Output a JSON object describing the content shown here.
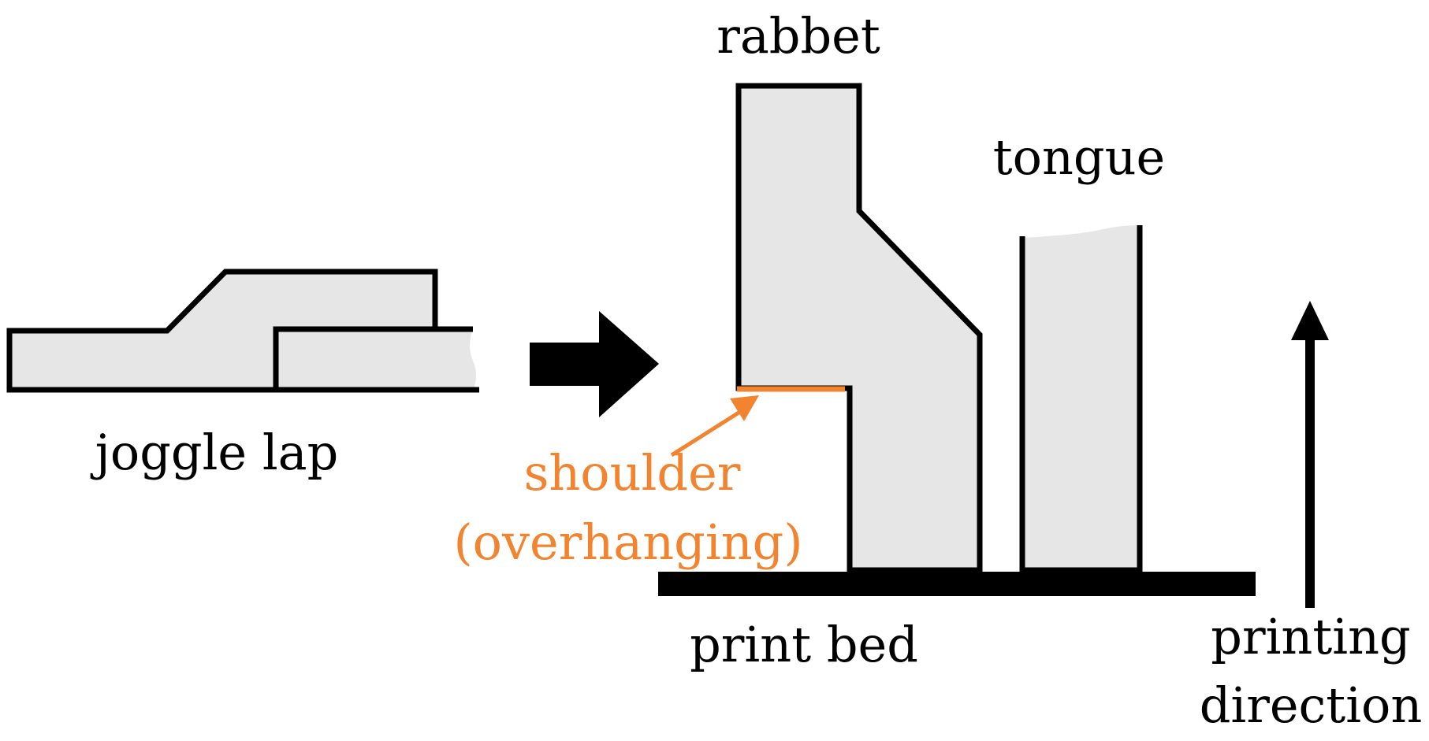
{
  "labels": {
    "joggle_lap": "joggle lap",
    "rabbet": "rabbet",
    "tongue": "tongue",
    "shoulder": "shoulder",
    "overhanging": "(overhanging)",
    "print_bed": "print bed",
    "printing": "printing",
    "direction": "direction"
  },
  "colors": {
    "part_fill": "#e6e6e6",
    "outline": "#000000",
    "highlight": "#f28430"
  }
}
